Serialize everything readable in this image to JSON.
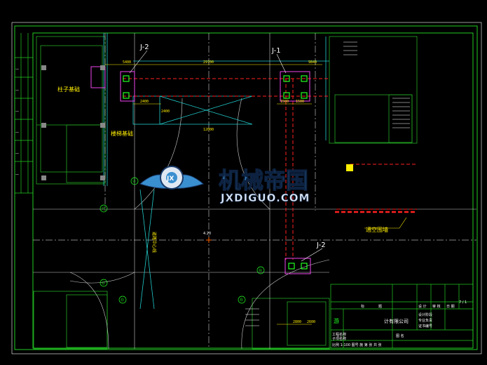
{
  "drawing": {
    "labels": {
      "j2_top": "J-2",
      "j1_top": "J-1",
      "j2_bottom": "J-2",
      "column_foundation": "柱子基础",
      "stair_foundation": "楼梯基础",
      "enclosure_wall": "通空围墙",
      "road_label": "道路中心线",
      "elevation_mark": "4.20"
    },
    "dimensions": {
      "top_span": "29700",
      "right_span": "9840",
      "left_span": "5400",
      "mid_span": "12000",
      "pad_a": "1500",
      "pad_b": "1500",
      "bottom_a": "2800",
      "bottom_b": "2600",
      "box_w": "2400",
      "box_h": "2400"
    },
    "axis_marks": [
      "⑪",
      "⑫",
      "⑬",
      "⑭",
      "⑮",
      "Ⓐ",
      "Ⓑ",
      "Ⓒ",
      "Ⓓ",
      "Ⓔ"
    ],
    "watermark": {
      "cn": "机械帝国",
      "en": "JXDIGUO.COM",
      "logo_letters": "JX"
    },
    "title_block": {
      "company": "计有限公司",
      "logo_char": "游",
      "page": "7 / 1",
      "row_labels": [
        "标",
        "题"
      ],
      "cols": [
        "设 计",
        "审 核",
        "日 期"
      ],
      "sub": [
        "设计阶段",
        "专业负责",
        "证书编号"
      ],
      "bottom_row": "比例  1:100  图号  施  第  张  共  张",
      "misc": [
        "工程名称",
        "子项名称",
        "图 名"
      ]
    }
  },
  "colors": {
    "frame": "#22cc22",
    "wall": "#22aa22",
    "center": "#ffffff",
    "red": "#ff2020",
    "magenta": "#ee44ee",
    "yellow": "#ffee00",
    "cyan": "#22cccc",
    "watermark_blue": "#3a8fd0",
    "watermark_dark": "#1a3a6a"
  }
}
